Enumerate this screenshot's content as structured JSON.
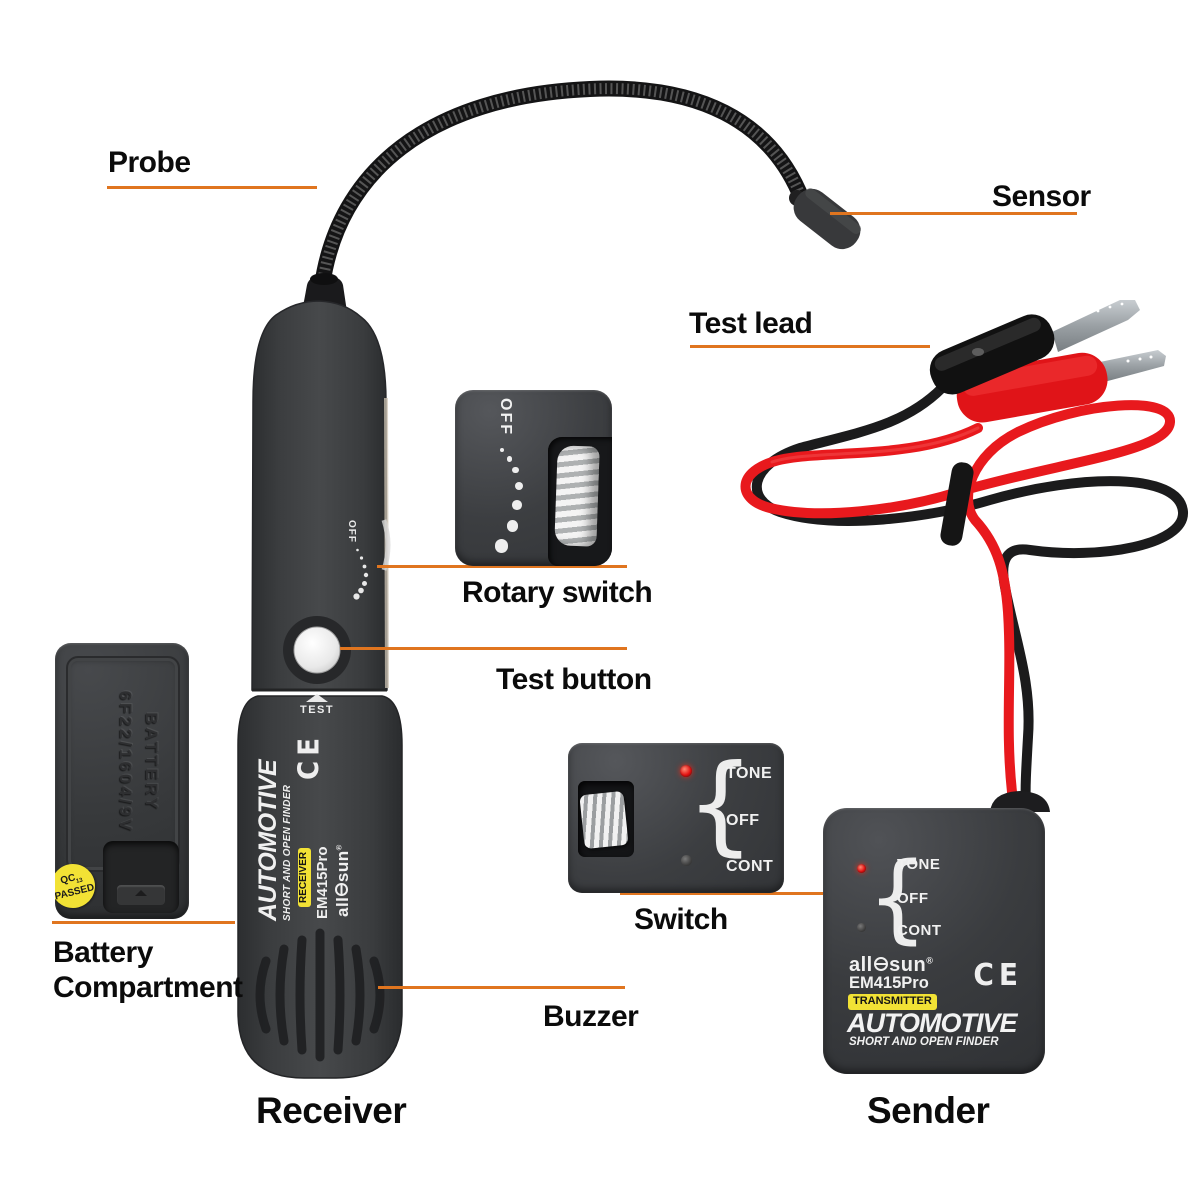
{
  "annotations": {
    "probe": "Probe",
    "sensor": "Sensor",
    "test_lead": "Test lead",
    "rotary_switch": "Rotary switch",
    "test_button": "Test button",
    "switch": "Switch",
    "battery_compartment_line1": "Battery",
    "battery_compartment_line2": "Compartment",
    "buzzer": "Buzzer",
    "receiver": "Receiver",
    "sender": "Sender"
  },
  "receiver_device": {
    "rotary_off": "OFF",
    "test": "TEST",
    "branding": {
      "automotive": "AUTOMOTIVE",
      "subtitle": "SHORT AND OPEN FINDER",
      "brand_prefix": "all",
      "brand_suffix": "sun",
      "registered": "®",
      "model": "EM415Pro",
      "role_badge": "RECEIVER",
      "ce_mark": "CE"
    }
  },
  "rotary_inset": {
    "off": "OFF"
  },
  "switch_inset": {
    "tone": "TONE",
    "off": "OFF",
    "cont": "CONT",
    "brace": "{"
  },
  "sender_device": {
    "tone": "TONE",
    "off": "OFF",
    "cont": "CONT",
    "brace": "{",
    "brand_prefix": "all",
    "brand_suffix": "sun",
    "registered": "®",
    "model": "EM415Pro",
    "role_badge": "TRANSMITTER",
    "automotive": "AUTOMOTIVE",
    "subtitle": "SHORT AND OPEN FINDER",
    "ce_mark": "CE"
  },
  "battery_compartment": {
    "embossed_line1": "BATTERY",
    "embossed_line2": "6F22/1604/9V",
    "qc_sticker_line1": "QC",
    "qc_sticker_sub": "13",
    "qc_sticker_line2": "PASSED"
  },
  "colors": {
    "annotation_orange": "#E0751F",
    "badge_yellow": "#F2E235",
    "wire_red": "#E8191D",
    "led_red": "#FF2A1E",
    "device_gray": "#3C3E40"
  }
}
